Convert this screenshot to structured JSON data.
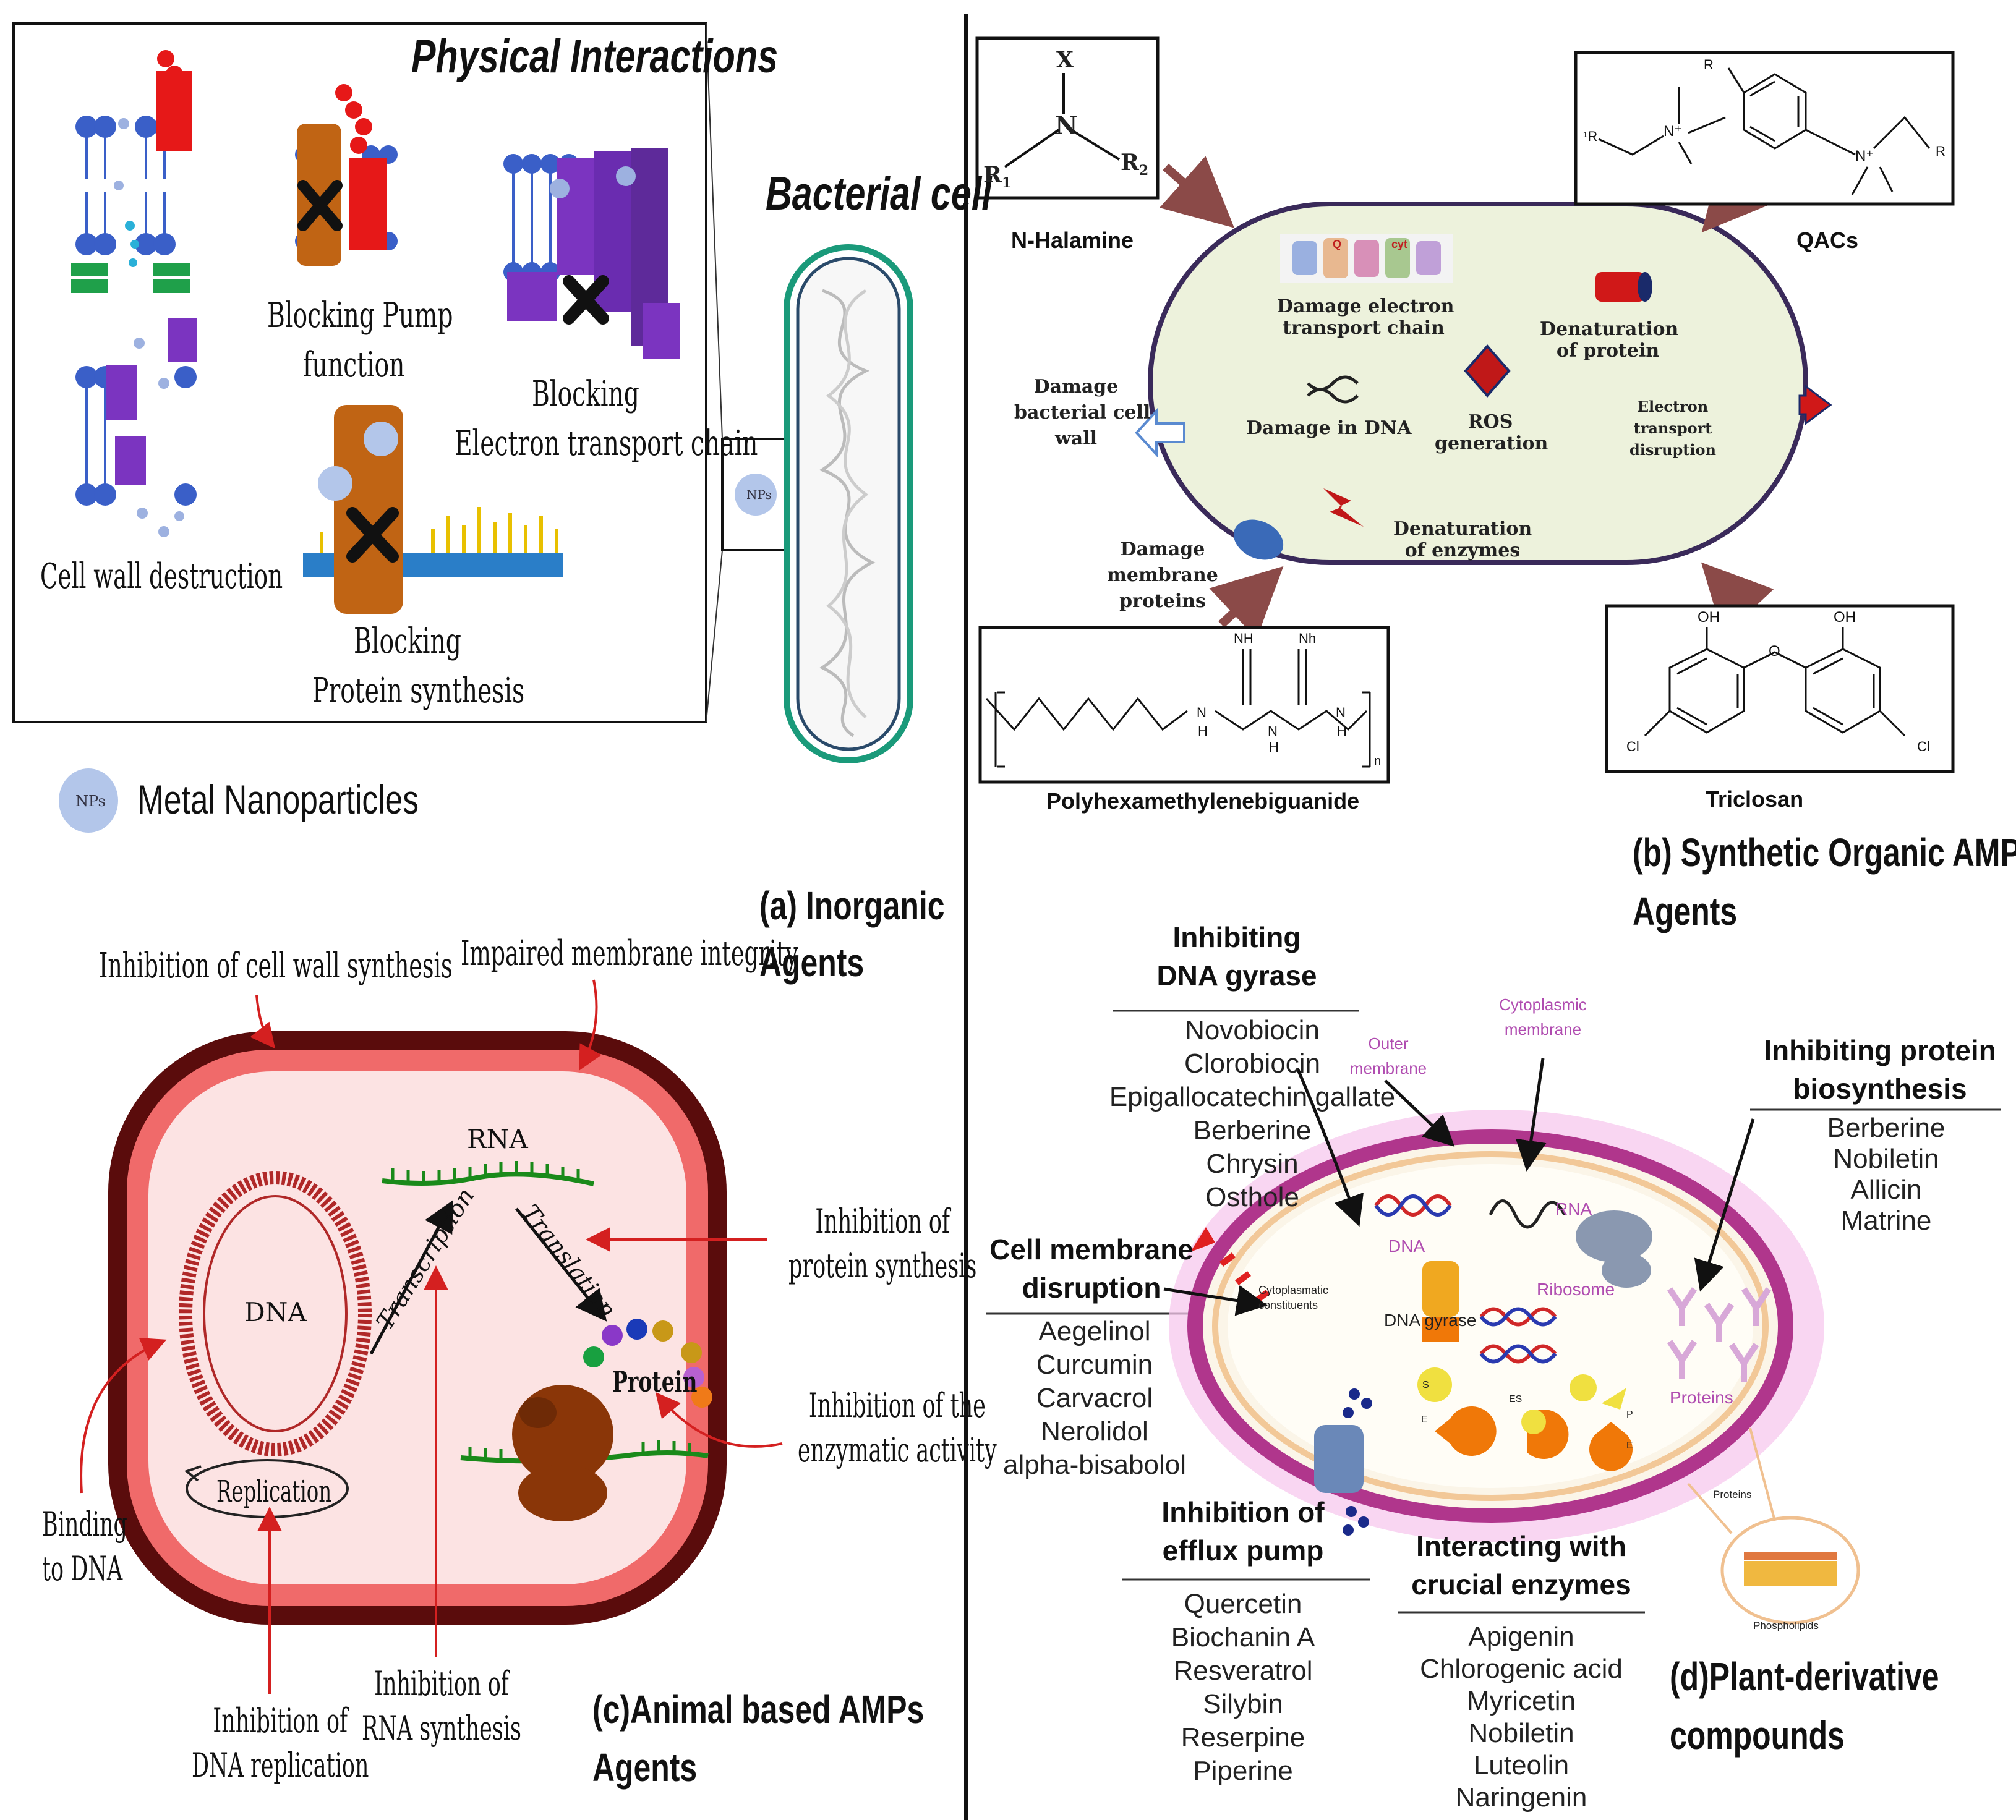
{
  "panel_a": {
    "inset_title": "Physical Interactions",
    "bacterial_cell": "Bacterial cell",
    "np_badge": "NPs",
    "blocking_pump_1": "Blocking Pump",
    "blocking_pump_2": "function",
    "blocking_etc_1": "Blocking",
    "blocking_etc_2": "Electron transport chain",
    "cell_wall": "Cell wall destruction",
    "blocking_protein_1": "Blocking",
    "blocking_protein_2": "Protein synthesis",
    "legend_label": "Metal Nanoparticles",
    "caption_1": "(a) Inorganic",
    "caption_2": "Agents"
  },
  "panel_b": {
    "n_halamine": "N-Halamine",
    "qacs": "QACs",
    "phmb": "Polyhexamethylenebiguanide",
    "triclosan": "Triclosan",
    "damage_etc_1": "Damage electron",
    "damage_etc_2": "transport chain",
    "denat_protein_1": "Denaturation",
    "denat_protein_2": "of protein",
    "damage_wall_1": "Damage",
    "damage_wall_2": "bacterial cell",
    "damage_wall_3": "wall",
    "damage_dna": "Damage in DNA",
    "ros_1": "ROS",
    "ros_2": "generation",
    "etd_1": "Electron",
    "etd_2": "transport",
    "etd_3": "disruption",
    "denat_enzymes_1": "Denaturation",
    "denat_enzymes_2": "of enzymes",
    "damage_membrane_1": "Damage",
    "damage_membrane_2": "membrane",
    "damage_membrane_3": "proteins",
    "chem": {
      "x": "X",
      "n": "N",
      "r1": "R",
      "r2": "R",
      "sub1": "1",
      "sub2": "2",
      "oh": "OH",
      "cl": "Cl",
      "o": "O",
      "nh": "NH",
      "nh2": "Nh",
      "h": "H",
      "n_sub": "n",
      "n_plus": "N⁺",
      "r": "R",
      "r_prime": "¹R",
      "cyt": "cyt",
      "q": "Q"
    },
    "caption_1": "(b) Synthetic Organic AMPs",
    "caption_2": "Agents"
  },
  "panel_c": {
    "cell_wall_synth": "Inhibition of cell wall synthesis",
    "membrane": "Impaired membrane integrity",
    "rna": "RNA",
    "dna": "DNA",
    "transcription": "Transcription",
    "translation": "Translation",
    "protein": "Protein",
    "replication": "Replication",
    "protein_synth_1": "Inhibition of",
    "protein_synth_2": "protein synthesis",
    "enzymatic_1": "Inhibition of the",
    "enzymatic_2": "enzymatic activity",
    "binding_1": "Binding",
    "binding_2": "to DNA",
    "dna_rep_1": "Inhibition of",
    "dna_rep_2": "DNA replication",
    "rna_synth_1": "Inhibition of",
    "rna_synth_2": "RNA synthesis",
    "caption_1": "(c)Animal based AMPs",
    "caption_2": "Agents"
  },
  "panel_d": {
    "gyrase_title_1": "Inhibiting",
    "gyrase_title_2": "DNA gyrase",
    "gyrase_list": [
      "Novobiocin",
      "Clorobiocin",
      "Epigallocatechin gallate",
      "Berberine",
      "Chrysin",
      "Osthole"
    ],
    "outer_membrane_1": "Outer",
    "outer_membrane_2": "membrane",
    "cyto_membrane_1": "Cytoplasmic",
    "cyto_membrane_2": "membrane",
    "protein_bio_title_1": "Inhibiting protein",
    "protein_bio_title_2": "biosynthesis",
    "protein_bio_list": [
      "Berberine",
      "Nobiletin",
      "Allicin",
      "Matrine"
    ],
    "membrane_title_1": "Cell membrane",
    "membrane_title_2": "disruption",
    "membrane_list": [
      "Aegelinol",
      "Curcumin",
      "Carvacrol",
      "Nerolidol",
      "alpha-bisabolol"
    ],
    "efflux_title_1": "Inhibition of",
    "efflux_title_2": "efflux pump",
    "efflux_list": [
      "Quercetin",
      "Biochanin A",
      "Resveratrol",
      "Silybin",
      "Reserpine",
      "Piperine"
    ],
    "enzymes_title_1": "Interacting with",
    "enzymes_title_2": "crucial enzymes",
    "enzymes_list": [
      "Apigenin",
      "Chlorogenic acid",
      "Myricetin",
      "Nobiletin",
      "Luteolin",
      "Naringenin"
    ],
    "in_cell": {
      "dna": "DNA",
      "rna": "RNA",
      "ribosome": "Ribosome",
      "dna_gyrase": "DNA gyrase",
      "proteins": "Proteins",
      "cyto_constituents_1": "Cytoplasmatic",
      "cyto_constituents_2": "constituents",
      "inset_proteins": "Proteins",
      "inset_phospholipids": "Phospholipids",
      "s": "S",
      "p": "P",
      "e": "E",
      "es": "ES"
    },
    "caption_1": "(d)Plant-derivative",
    "caption_2": "compounds"
  }
}
